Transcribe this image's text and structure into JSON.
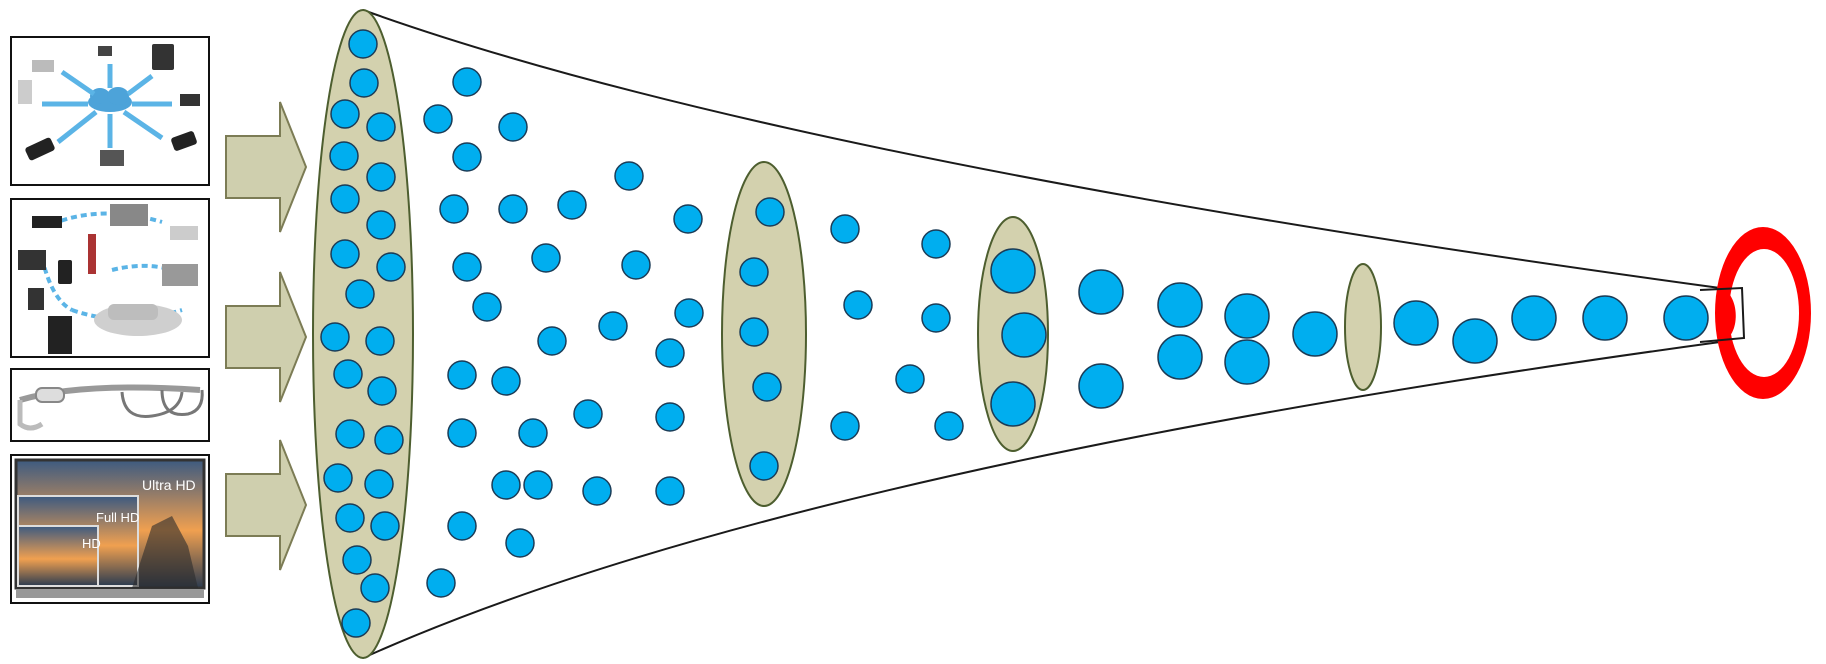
{
  "diagram": {
    "colors": {
      "funnel_outline": "#1a1a1a",
      "ellipse_fill": "#d3d1ae",
      "ellipse_stroke": "#4d5e2f",
      "bubble_fill": "#00aeef",
      "bubble_stroke": "#1b3c57",
      "arrow_fill": "#cfcfae",
      "arrow_stroke": "#7c7c55",
      "target_ring": "#ff0000",
      "panel_border": "#111111"
    },
    "sources": [
      {
        "name": "networked-devices-panel",
        "icon": "cloud-network-icon"
      },
      {
        "name": "connected-things-panel",
        "icon": "iot-devices-icon"
      },
      {
        "name": "smart-glasses-panel",
        "icon": "smart-glasses-icon"
      },
      {
        "name": "tv-resolution-panel",
        "icon": "tv-display-icon",
        "labels": [
          "Ultra HD",
          "Full HD",
          "HD"
        ]
      }
    ],
    "stages": 4,
    "target_icon": "target-ring-icon"
  }
}
